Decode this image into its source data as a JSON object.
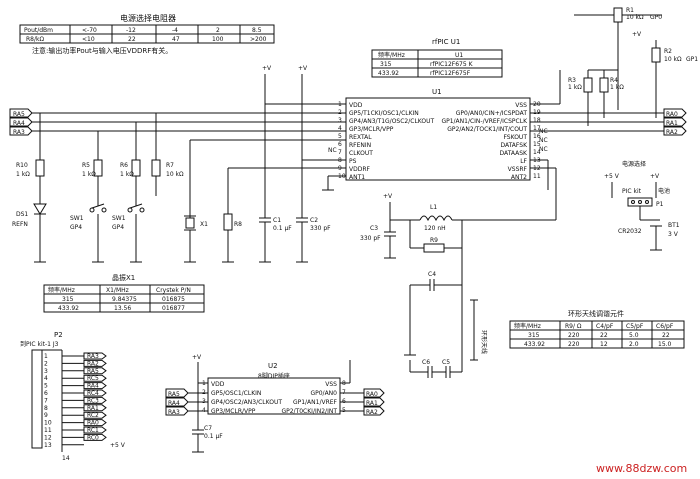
{
  "resistor_table": {
    "title": "电源选择电阻器",
    "header": [
      "Pout/dBm",
      "<-70",
      "-12",
      "-4",
      "2",
      "8.5"
    ],
    "row": [
      "R8/kΩ",
      "<10",
      "22",
      "47",
      "100",
      ">200"
    ],
    "note": "注意:输出功率Pout与输入电压VDDRF有关。"
  },
  "rfpic_table": {
    "title": "rfPIC U1",
    "header": [
      "频率/MHz",
      "U1"
    ],
    "rows": [
      [
        "315",
        "rfPIC12F675 K"
      ],
      [
        "433.92",
        "rfPIC12F675F"
      ]
    ]
  },
  "u1": {
    "ref": "U1",
    "left_pins": [
      {
        "num": "1",
        "name": "VDD"
      },
      {
        "num": "2",
        "name": "GP5/T1CKI/OSC1/CLKIN"
      },
      {
        "num": "3",
        "name": "GP4/AN3/T1G/OSC2/CLKOUT"
      },
      {
        "num": "4",
        "name": "GP3/MCLR/VPP"
      },
      {
        "num": "5",
        "name": "REXTAL"
      },
      {
        "num": "6",
        "name": "RFENIN"
      },
      {
        "num": "7",
        "name": "CLKOUT"
      },
      {
        "num": "8",
        "name": "PS"
      },
      {
        "num": "9",
        "name": "VDDRF"
      },
      {
        "num": "10",
        "name": "ANT1"
      }
    ],
    "right_pins": [
      {
        "num": "20",
        "name": "VSS"
      },
      {
        "num": "19",
        "name": "GP0/AN0/CIN+/ICSPDAT"
      },
      {
        "num": "18",
        "name": "GP1/AN1/CIN-/VREF/ICSPCLK"
      },
      {
        "num": "17",
        "name": "GP2/AN2/TOCK1/INT/COUT"
      },
      {
        "num": "16",
        "name": "FSKOUT"
      },
      {
        "num": "15",
        "name": "DATAFSK"
      },
      {
        "num": "14",
        "name": "DATAASK"
      },
      {
        "num": "13",
        "name": "LF"
      },
      {
        "num": "12",
        "name": "VSSRF"
      },
      {
        "num": "11",
        "name": "ANT2"
      }
    ],
    "nc": "NC"
  },
  "nets": {
    "ra5": "RA5",
    "ra4": "RA4",
    "ra3": "RA3",
    "ra0": "RA0",
    "ra1": "RA1",
    "ra2": "RA2",
    "vplus": "+V",
    "v5": "+5 V"
  },
  "components": {
    "r10": {
      "ref": "R10",
      "value": "1 kΩ"
    },
    "r5": {
      "ref": "R5",
      "value": "1 kΩ"
    },
    "r6": {
      "ref": "R6",
      "value": "1 kΩ"
    },
    "r7": {
      "ref": "R7",
      "value": "10 kΩ"
    },
    "ds1": {
      "ref": "DS1",
      "label": "REFN"
    },
    "sw1a": {
      "ref": "SW1",
      "label": "GP4"
    },
    "sw1b": {
      "ref": "SW1",
      "label": "GP4"
    },
    "x1": "X1",
    "r8": "R8",
    "c1": {
      "ref": "C1",
      "value": "0.1 µF"
    },
    "c2": {
      "ref": "C2",
      "value": "330 pF"
    },
    "c3": {
      "ref": "C3",
      "value": "330 pF"
    },
    "l1": {
      "ref": "L1",
      "value": "120 nH"
    },
    "r9": "R9",
    "c4": "C4",
    "c5": "C5",
    "c6": "C6",
    "c7": {
      "ref": "C7",
      "value": "0.1 µF"
    },
    "r1": {
      "ref": "R1",
      "value": "10 kΩ"
    },
    "r2": {
      "ref": "R2",
      "value": "10 kΩ"
    },
    "r3": {
      "ref": "R3",
      "value": "1 kΩ"
    },
    "r4": {
      "ref": "R4",
      "value": "1 kΩ"
    },
    "gp0": "GP0",
    "gp1": "GP1",
    "bt1": {
      "ref": "BT1",
      "value": "3 V"
    },
    "cr2032": "CR2032",
    "p1": "P1",
    "pickit": "PIC kit",
    "battery": "电池",
    "power_select": "电源选择",
    "loop_antenna": "环形天线"
  },
  "crystal_table": {
    "title": "晶振X1",
    "header": [
      "频率/MHz",
      "X1/MHz",
      "Crystek P/N"
    ],
    "rows": [
      [
        "315",
        "9.84375",
        "016875"
      ],
      [
        "433.92",
        "13.56",
        "016877"
      ]
    ]
  },
  "antenna_table": {
    "title": "环形天线调谐元件",
    "header": [
      "频率/MHz",
      "R9/ Ω",
      "C4/pF",
      "C5/pF",
      "C6/pF"
    ],
    "rows": [
      [
        "315",
        "220",
        "22",
        "5.0",
        "22"
      ],
      [
        "433.92",
        "220",
        "12",
        "2.0",
        "15.0"
      ]
    ]
  },
  "p2": {
    "ref": "P2",
    "label": "到PIC kit-1 J3",
    "pins": [
      "RA3",
      "RA2",
      "RA5",
      "RC5",
      "RA4",
      "RC4",
      "RC3",
      "RA1",
      "RC2",
      "RA0",
      "RC1",
      "RC0",
      "+5 V"
    ],
    "last_pin": "14"
  },
  "u2": {
    "ref": "U2",
    "label": "8脚DIP插座",
    "left_pins": [
      {
        "num": "1",
        "name": "VDD"
      },
      {
        "num": "2",
        "name": "GP5/OSC1/CLKIN"
      },
      {
        "num": "3",
        "name": "GP4/OSC2/AN3/CLKOUT"
      },
      {
        "num": "4",
        "name": "GP3/MCLR/VPP"
      }
    ],
    "right_pins": [
      {
        "num": "8",
        "name": "VSS"
      },
      {
        "num": "7",
        "name": "GP0/AN0"
      },
      {
        "num": "6",
        "name": "GP1/AN1/VREF"
      },
      {
        "num": "5",
        "name": "GP2/T0CKI/IN2/INT"
      }
    ]
  },
  "watermark": "www.88dzw.com"
}
